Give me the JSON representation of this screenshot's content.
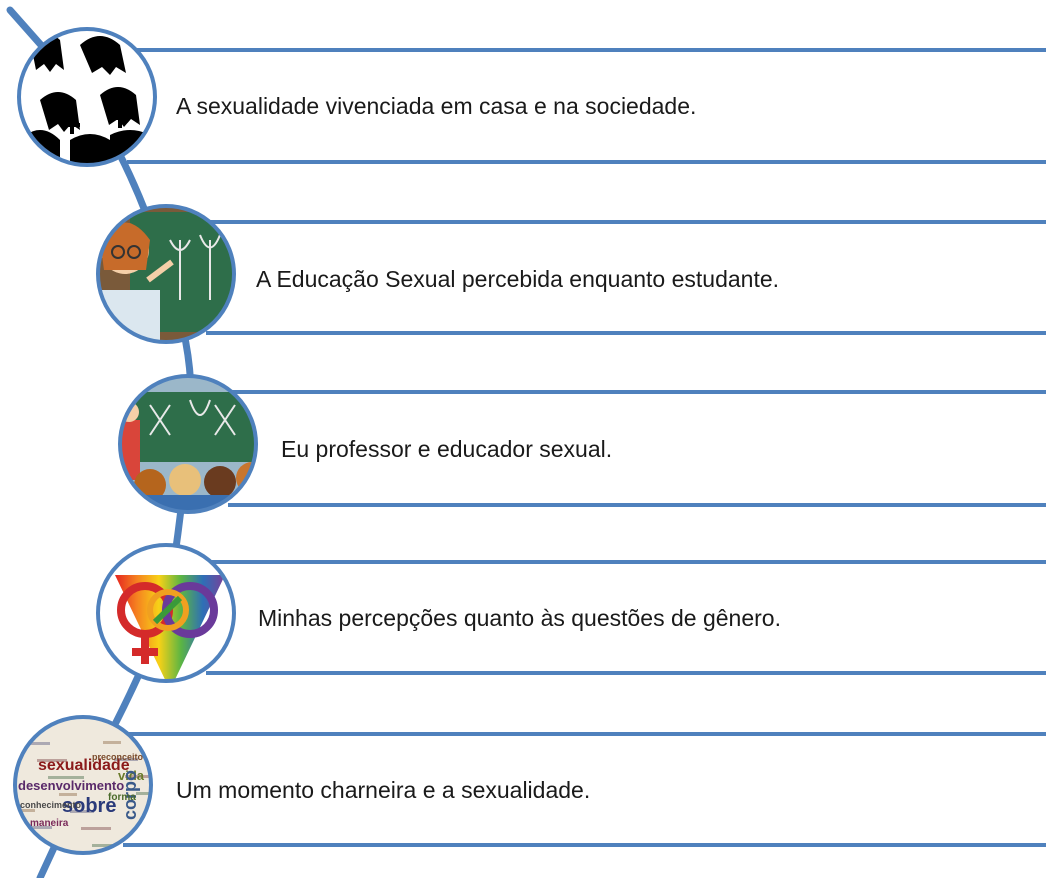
{
  "colors": {
    "line": "#4f81bd",
    "circle_border": "#4f81bd",
    "text": "#1a1a1a"
  },
  "items": [
    {
      "label": "A sexualidade vivenciada em casa e na sociedade.",
      "icon": "ghosts-icon"
    },
    {
      "label": "A Educação Sexual percebida enquanto estudante.",
      "icon": "teacher-blackboard-icon"
    },
    {
      "label": "Eu professor e educador sexual.",
      "icon": "classroom-icon"
    },
    {
      "label": "Minhas percepções quanto às questões de gênero.",
      "icon": "gender-symbols-icon"
    },
    {
      "label": "Um momento charneira e a sexualidade.",
      "icon": "word-cloud-icon"
    }
  ],
  "word_cloud": [
    "sexualidade",
    "desenvolvimento",
    "sobre",
    "vida",
    "corpo",
    "preconceito",
    "conhecimento",
    "forma",
    "maneira"
  ]
}
